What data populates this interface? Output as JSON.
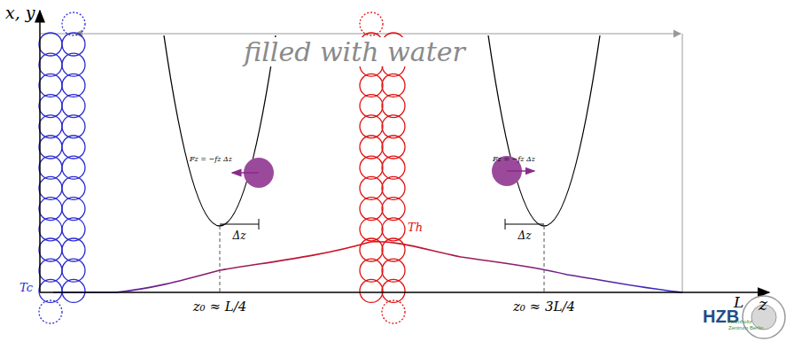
{
  "diagram": {
    "labels": [
      "x, y",
      "filled with water",
      "Fz = −fz Δz",
      "Fz = −fz Δz",
      "Δz",
      "Δz",
      "Th",
      "Tc",
      "z₀ ≈ L/4",
      "z₀ ≈ 3L/4",
      "L",
      "z",
      "HZB",
      "Helmholtz Zentrum Berlin"
    ]
  }
}
